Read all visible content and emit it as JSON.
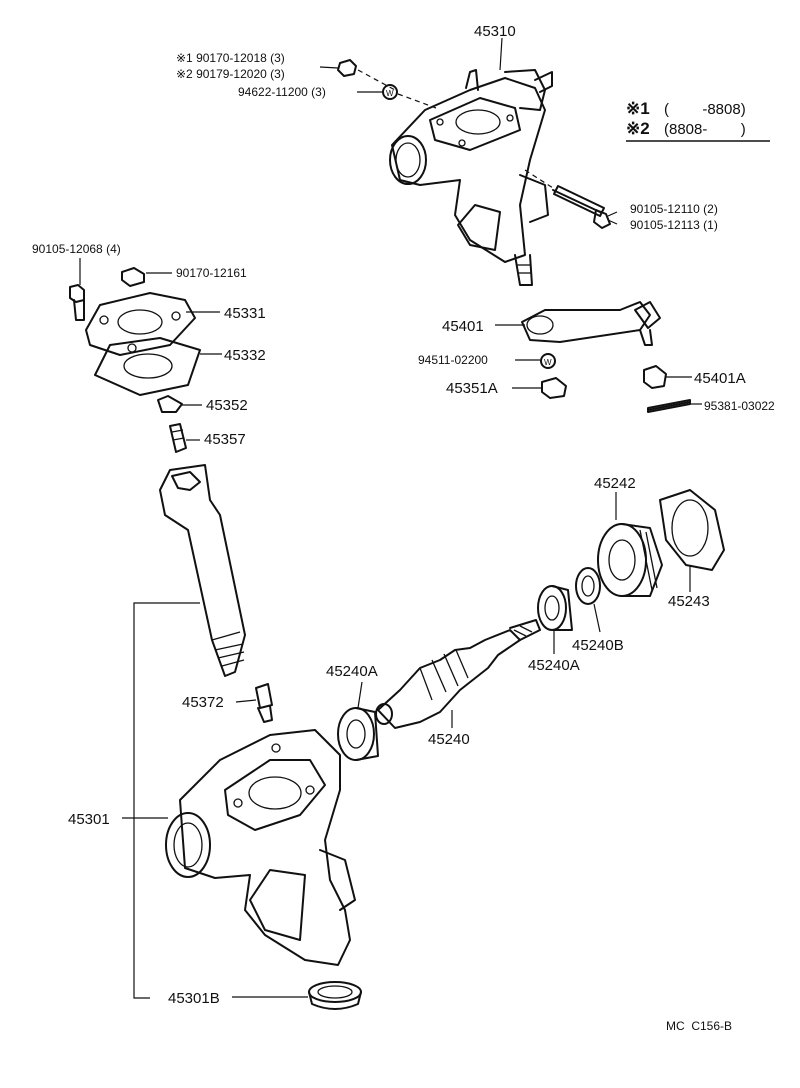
{
  "labels": {
    "p45310": "45310",
    "p90170_12018": "※1 90170-12018 (3)",
    "p90179_12020": "※2 90179-12020 (3)",
    "p94622_11200": "94622-11200 (3)",
    "p90105_12110": "90105-12110 (2)",
    "p90105_12113": "90105-12113 (1)",
    "p90105_12068": "90105-12068 (4)",
    "p90170_12161": "90170-12161",
    "p45331": "45331",
    "p45332": "45332",
    "p45352": "45352",
    "p45357": "45357",
    "p45401": "45401",
    "p94511_02200": "94511-02200",
    "p45351A": "45351A",
    "p45401A": "45401A",
    "p95381_03022": "95381-03022",
    "p45242": "45242",
    "p45243": "45243",
    "p45240B": "45240B",
    "p45240A_right": "45240A",
    "p45240A_left": "45240A",
    "p45240": "45240",
    "p45372": "45372",
    "p45301": "45301",
    "p45301B": "45301B"
  },
  "legend": {
    "row1_mark": "※1",
    "row1_range": "(        -8808)",
    "row2_mark": "※2",
    "row2_range": "(8808-        )"
  },
  "footer": {
    "code": "MC  C156-B"
  }
}
